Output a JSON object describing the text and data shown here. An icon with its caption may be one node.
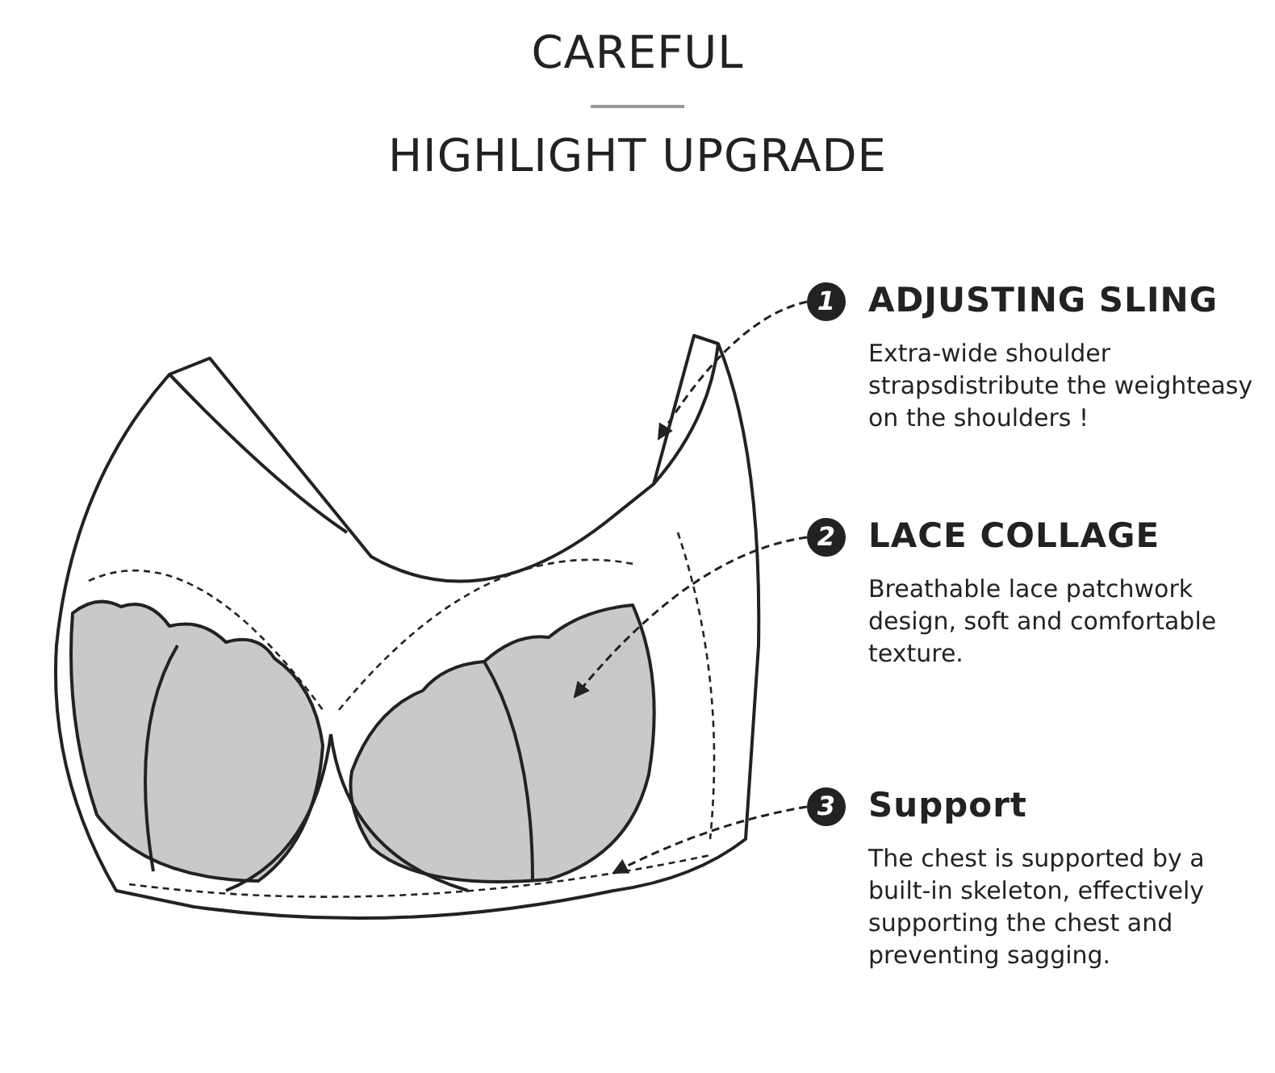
{
  "diagram": {
    "title": "CAREFUL",
    "nodes": [
      {
        "text": [
          "1",
          "ADJUSTING SLING",
          "Extra-wide shoulder strapsdistribute the weighteasy on the shoulders !"
        ]
      },
      {
        "text": [
          "2",
          "LACE COLLAGE",
          "Breathable lace patchwork design, soft and comfortable texture."
        ]
      },
      {
        "text": [
          "3",
          "Support",
          "The chest is supported by a built-in skeleton, effectively supporting the chest and preventing sagging."
        ]
      }
    ],
    "edges": [
      {
        "from": 0,
        "to": null,
        "arrow": "to"
      },
      {
        "from": 1,
        "to": null,
        "arrow": "to"
      },
      {
        "from": 2,
        "to": null,
        "arrow": "to"
      }
    ],
    "labels": [
      "HIGHLIGHT UPGRADE"
    ]
  }
}
